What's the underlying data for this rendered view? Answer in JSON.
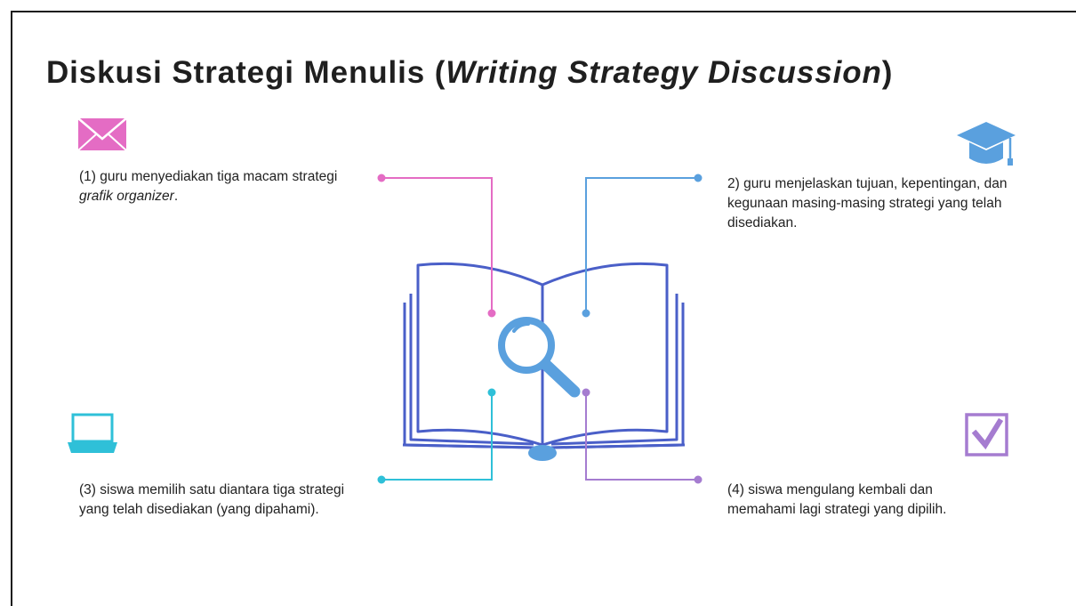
{
  "title": {
    "main": "Diskusi Strategi Menulis (",
    "italic": "Writing Strategy Discussion",
    "close": ")"
  },
  "steps": {
    "s1": {
      "pre": "(1) guru menyediakan tiga macam strategi ",
      "italic": "grafik organizer",
      "post": ".",
      "icon": "envelope-icon",
      "color": "#e46cc4"
    },
    "s2": {
      "text": "2) guru menjelaskan tujuan, kepentingan, dan kegunaan masing-masing strategi yang telah disediakan.",
      "icon": "graduation-cap-icon",
      "color": "#5aa0de"
    },
    "s3": {
      "text": "(3) siswa memilih satu diantara tiga strategi yang telah disediakan (yang dipahami).",
      "icon": "laptop-icon",
      "color": "#2fc0d8"
    },
    "s4": {
      "text": "(4) siswa mengulang kembali dan memahami lagi strategi yang dipilih.",
      "icon": "checkbox-icon",
      "color": "#a57cd0"
    }
  },
  "center": {
    "icon": "open-book-with-magnifier-icon",
    "book_color": "#4a5fc8",
    "lens_color": "#5aa0de"
  }
}
